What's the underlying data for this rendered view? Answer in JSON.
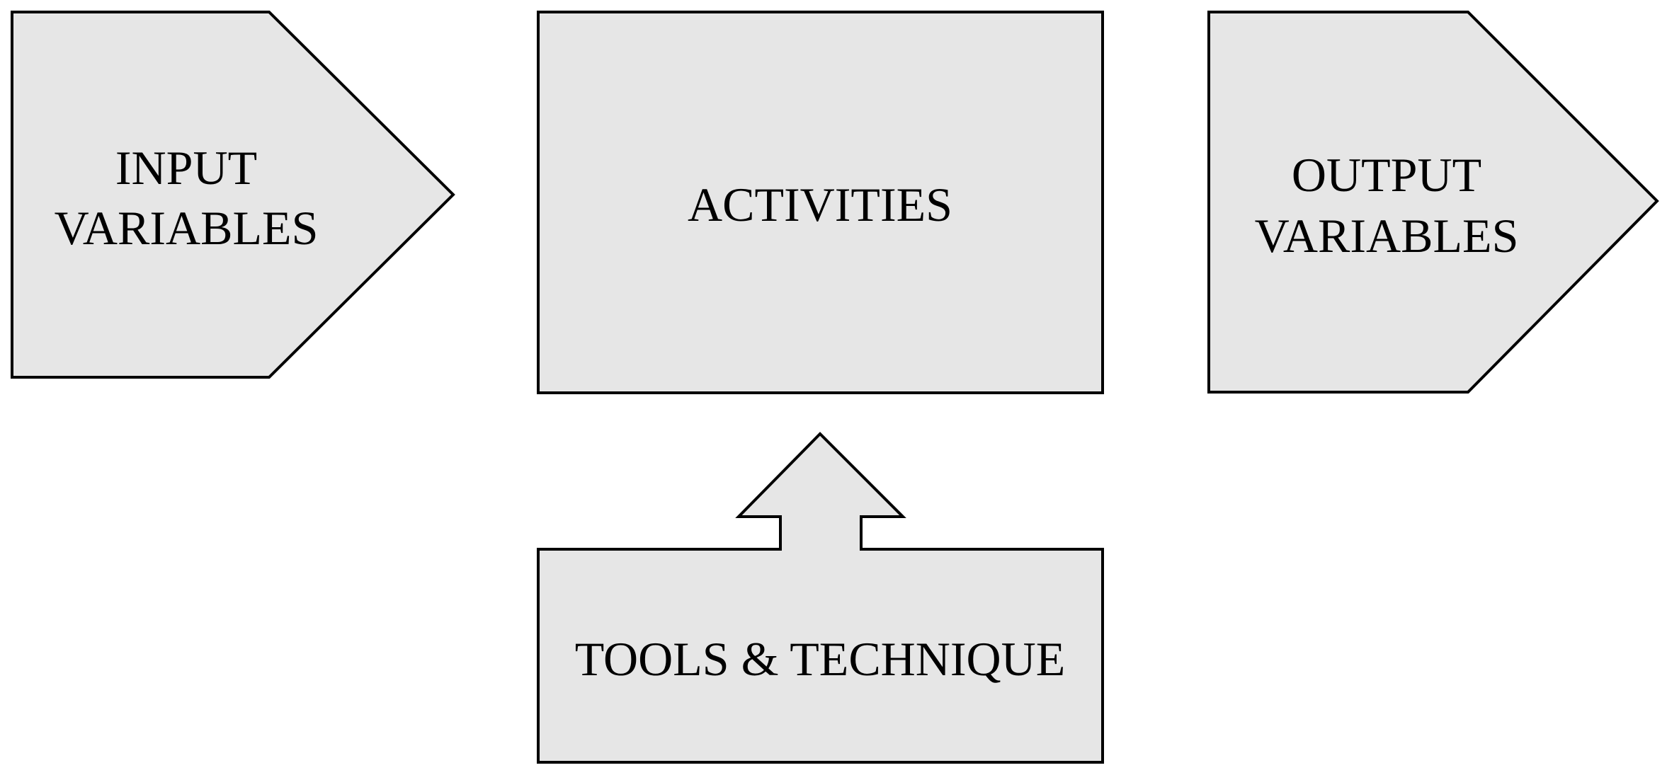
{
  "diagram": {
    "input": {
      "line1": "INPUT",
      "line2": "VARIABLES"
    },
    "activities": {
      "label": "ACTIVITIES"
    },
    "output": {
      "line1": "OUTPUT",
      "line2": "VARIABLES"
    },
    "tools": {
      "label": "TOOLS & TECHNIQUE"
    }
  },
  "colors": {
    "shape_fill": "#e6e6e6",
    "stroke": "#000000",
    "background": "#ffffff"
  }
}
